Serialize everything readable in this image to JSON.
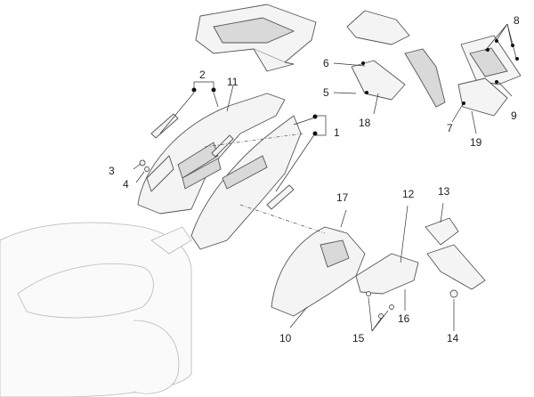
{
  "callouts": {
    "c1": "1",
    "c2": "2",
    "c3": "3",
    "c4": "4",
    "c5": "5",
    "c6": "6",
    "c7": "7",
    "c8": "8",
    "c9": "9",
    "c10": "10",
    "c11": "11",
    "c12": "12",
    "c13": "13",
    "c14": "14",
    "c15": "15",
    "c16": "16",
    "c17": "17",
    "c18": "18",
    "c19": "19"
  },
  "colors": {
    "line": "#555555",
    "text": "#222222",
    "ghost": "#b8b8b8"
  }
}
